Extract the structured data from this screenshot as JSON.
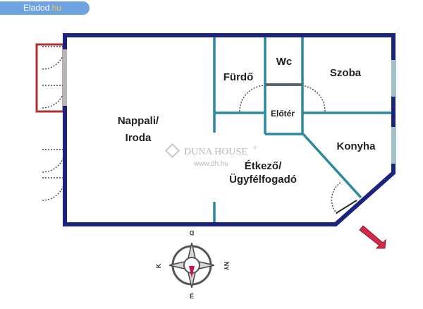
{
  "site_badge": {
    "name": "Eladod",
    "tld": ".hu"
  },
  "rooms": {
    "nappali": [
      "Nappali/",
      "Iroda"
    ],
    "furdo": "Fürdő",
    "wc": "Wc",
    "szoba": "Szoba",
    "eloter": "Előtér",
    "konyha": "Konyha",
    "etkezo": [
      "Étkező/",
      "Ügyfélfogadó"
    ]
  },
  "watermark": {
    "brand": "DUNA HOUSE",
    "mark": "®",
    "url": "www.dh.hu"
  },
  "compass": {
    "north": "D",
    "south": "É",
    "east": "NY",
    "west": "K"
  },
  "colors": {
    "outer_wall": "#1a237e",
    "inner_wall": "#2a8aa0",
    "balcony": "#b03030",
    "window": "#9fc2c6",
    "arrow": "#d42a4a",
    "badge": "#6fa3e0"
  }
}
